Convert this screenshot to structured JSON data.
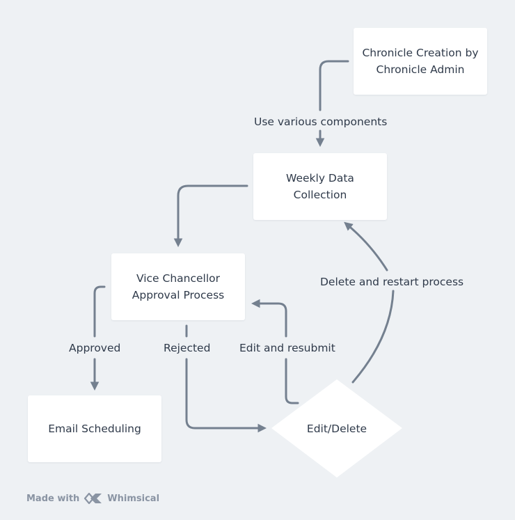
{
  "nodes": {
    "chronicle_creation": "Chronicle Creation by\nChronicle Admin",
    "weekly_collection": "Weekly Data\nCollection",
    "vc_approval": "Vice Chancellor\nApproval Process",
    "email_scheduling": "Email Scheduling",
    "edit_delete": "Edit/Delete"
  },
  "edges": {
    "use_components": "Use various components",
    "approved": "Approved",
    "rejected": "Rejected",
    "edit_resubmit": "Edit and resubmit",
    "delete_restart": "Delete and restart process"
  },
  "footer": {
    "made_with": "Made with",
    "brand": "Whimsical"
  },
  "colors": {
    "background": "#eef1f4",
    "node": "#ffffff",
    "connector": "#74808f",
    "text": "#2f3a4a"
  }
}
